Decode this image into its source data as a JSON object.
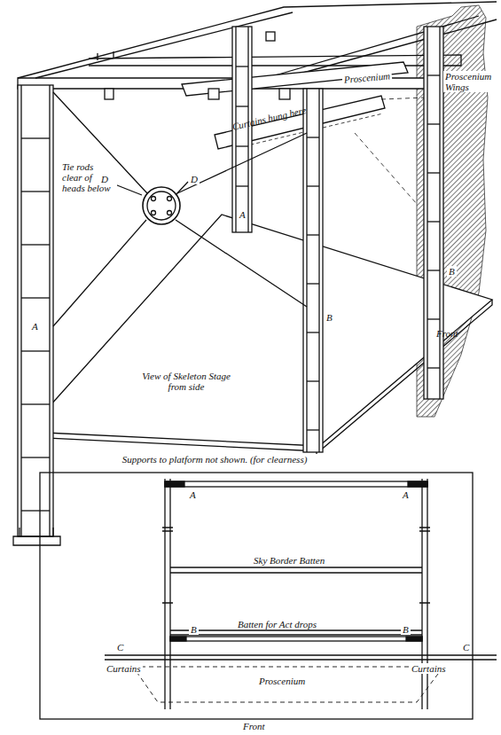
{
  "diagram": {
    "labels": [
      "Tie rods clear of heads below",
      "D",
      "D",
      "A",
      "A",
      "B",
      "B",
      "Curtains hung here",
      "Proscenium",
      "Proscenium Wings",
      "Front",
      "View of Skeleton Stage from side",
      "Supports to platform not shown. (for clearness)",
      "A",
      "A",
      "Sky Border Batten",
      "Batten for Act drops",
      "B",
      "B",
      "C",
      "C",
      "Curtains",
      "Curtains",
      "Proscenium",
      "Front"
    ]
  }
}
